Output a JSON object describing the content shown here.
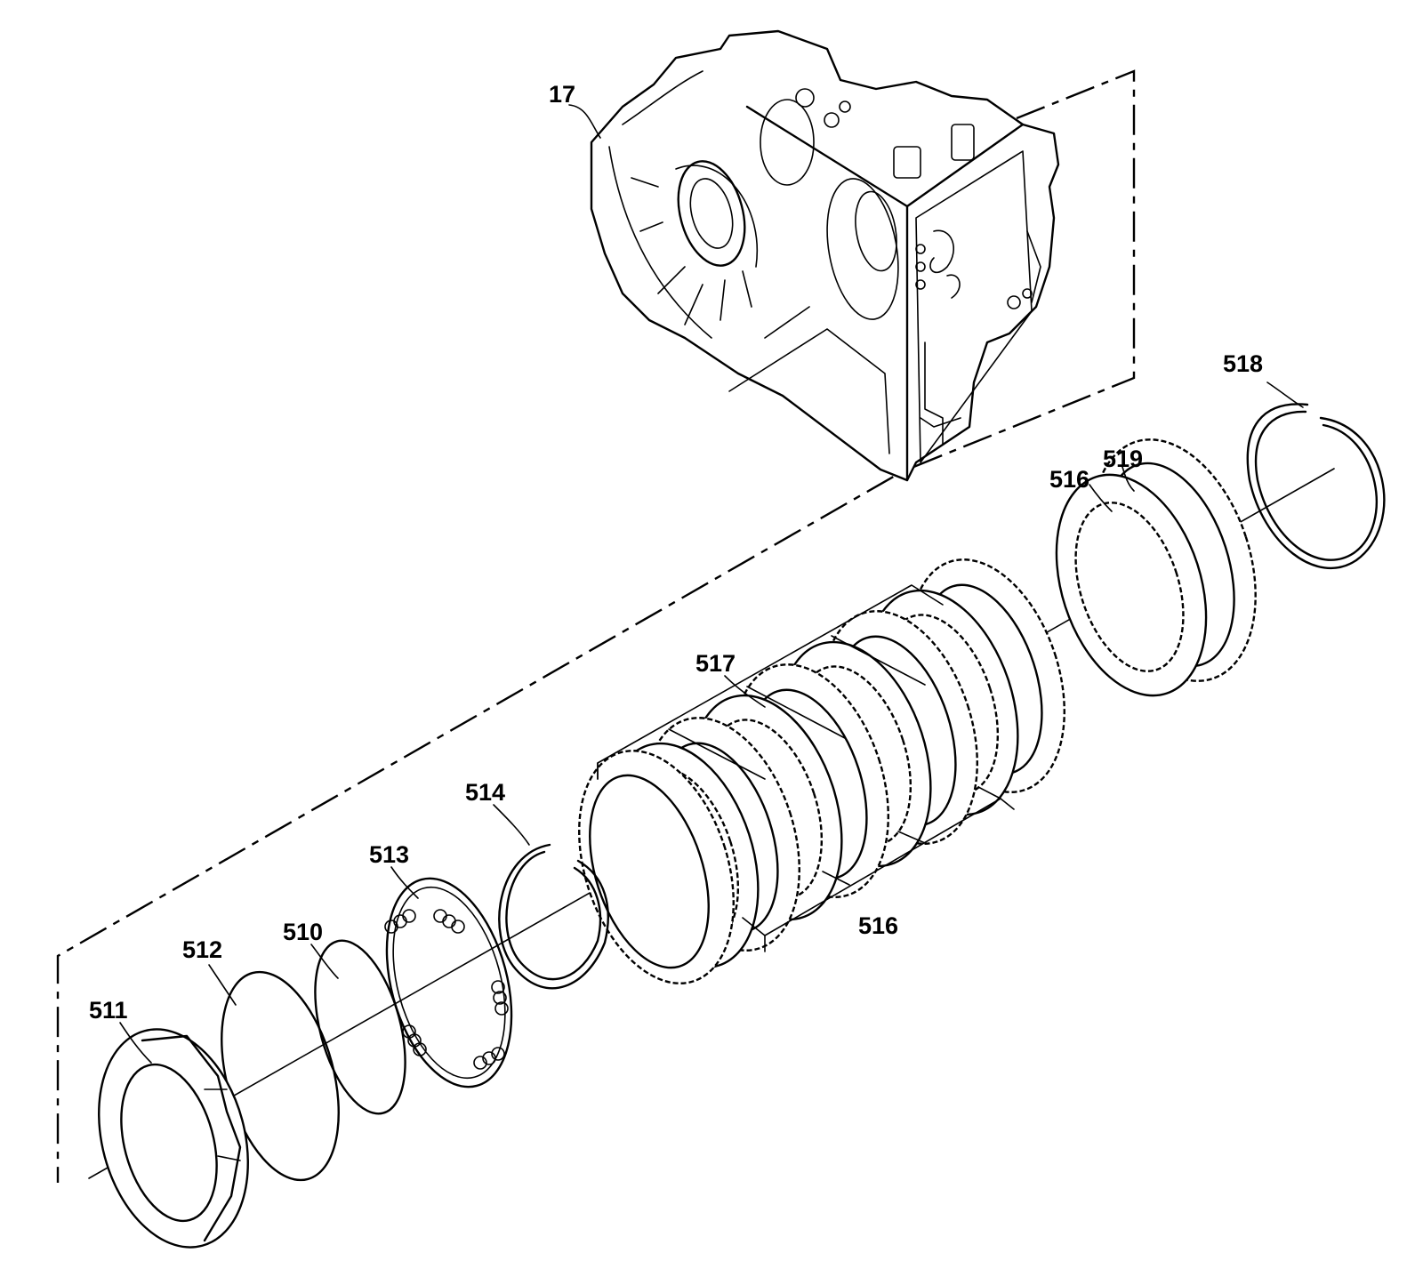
{
  "callouts": {
    "case": "17",
    "ring_518": "518",
    "plate_519": "519",
    "plate_516_upper": "516",
    "plate_516_lower": "516",
    "plates_517": "517",
    "snap_ring_514": "514",
    "spring_513": "513",
    "seal_510": "510",
    "seal_512": "512",
    "piston_511": "511"
  },
  "icons": {
    "transmission_case": "transmission-case-drawing",
    "snap_ring": "snap-ring-drawing",
    "clutch_plate": "clutch-plate-drawing",
    "spring_assembly": "spring-assembly-drawing",
    "seal": "seal-drawing",
    "piston": "piston-drawing"
  }
}
